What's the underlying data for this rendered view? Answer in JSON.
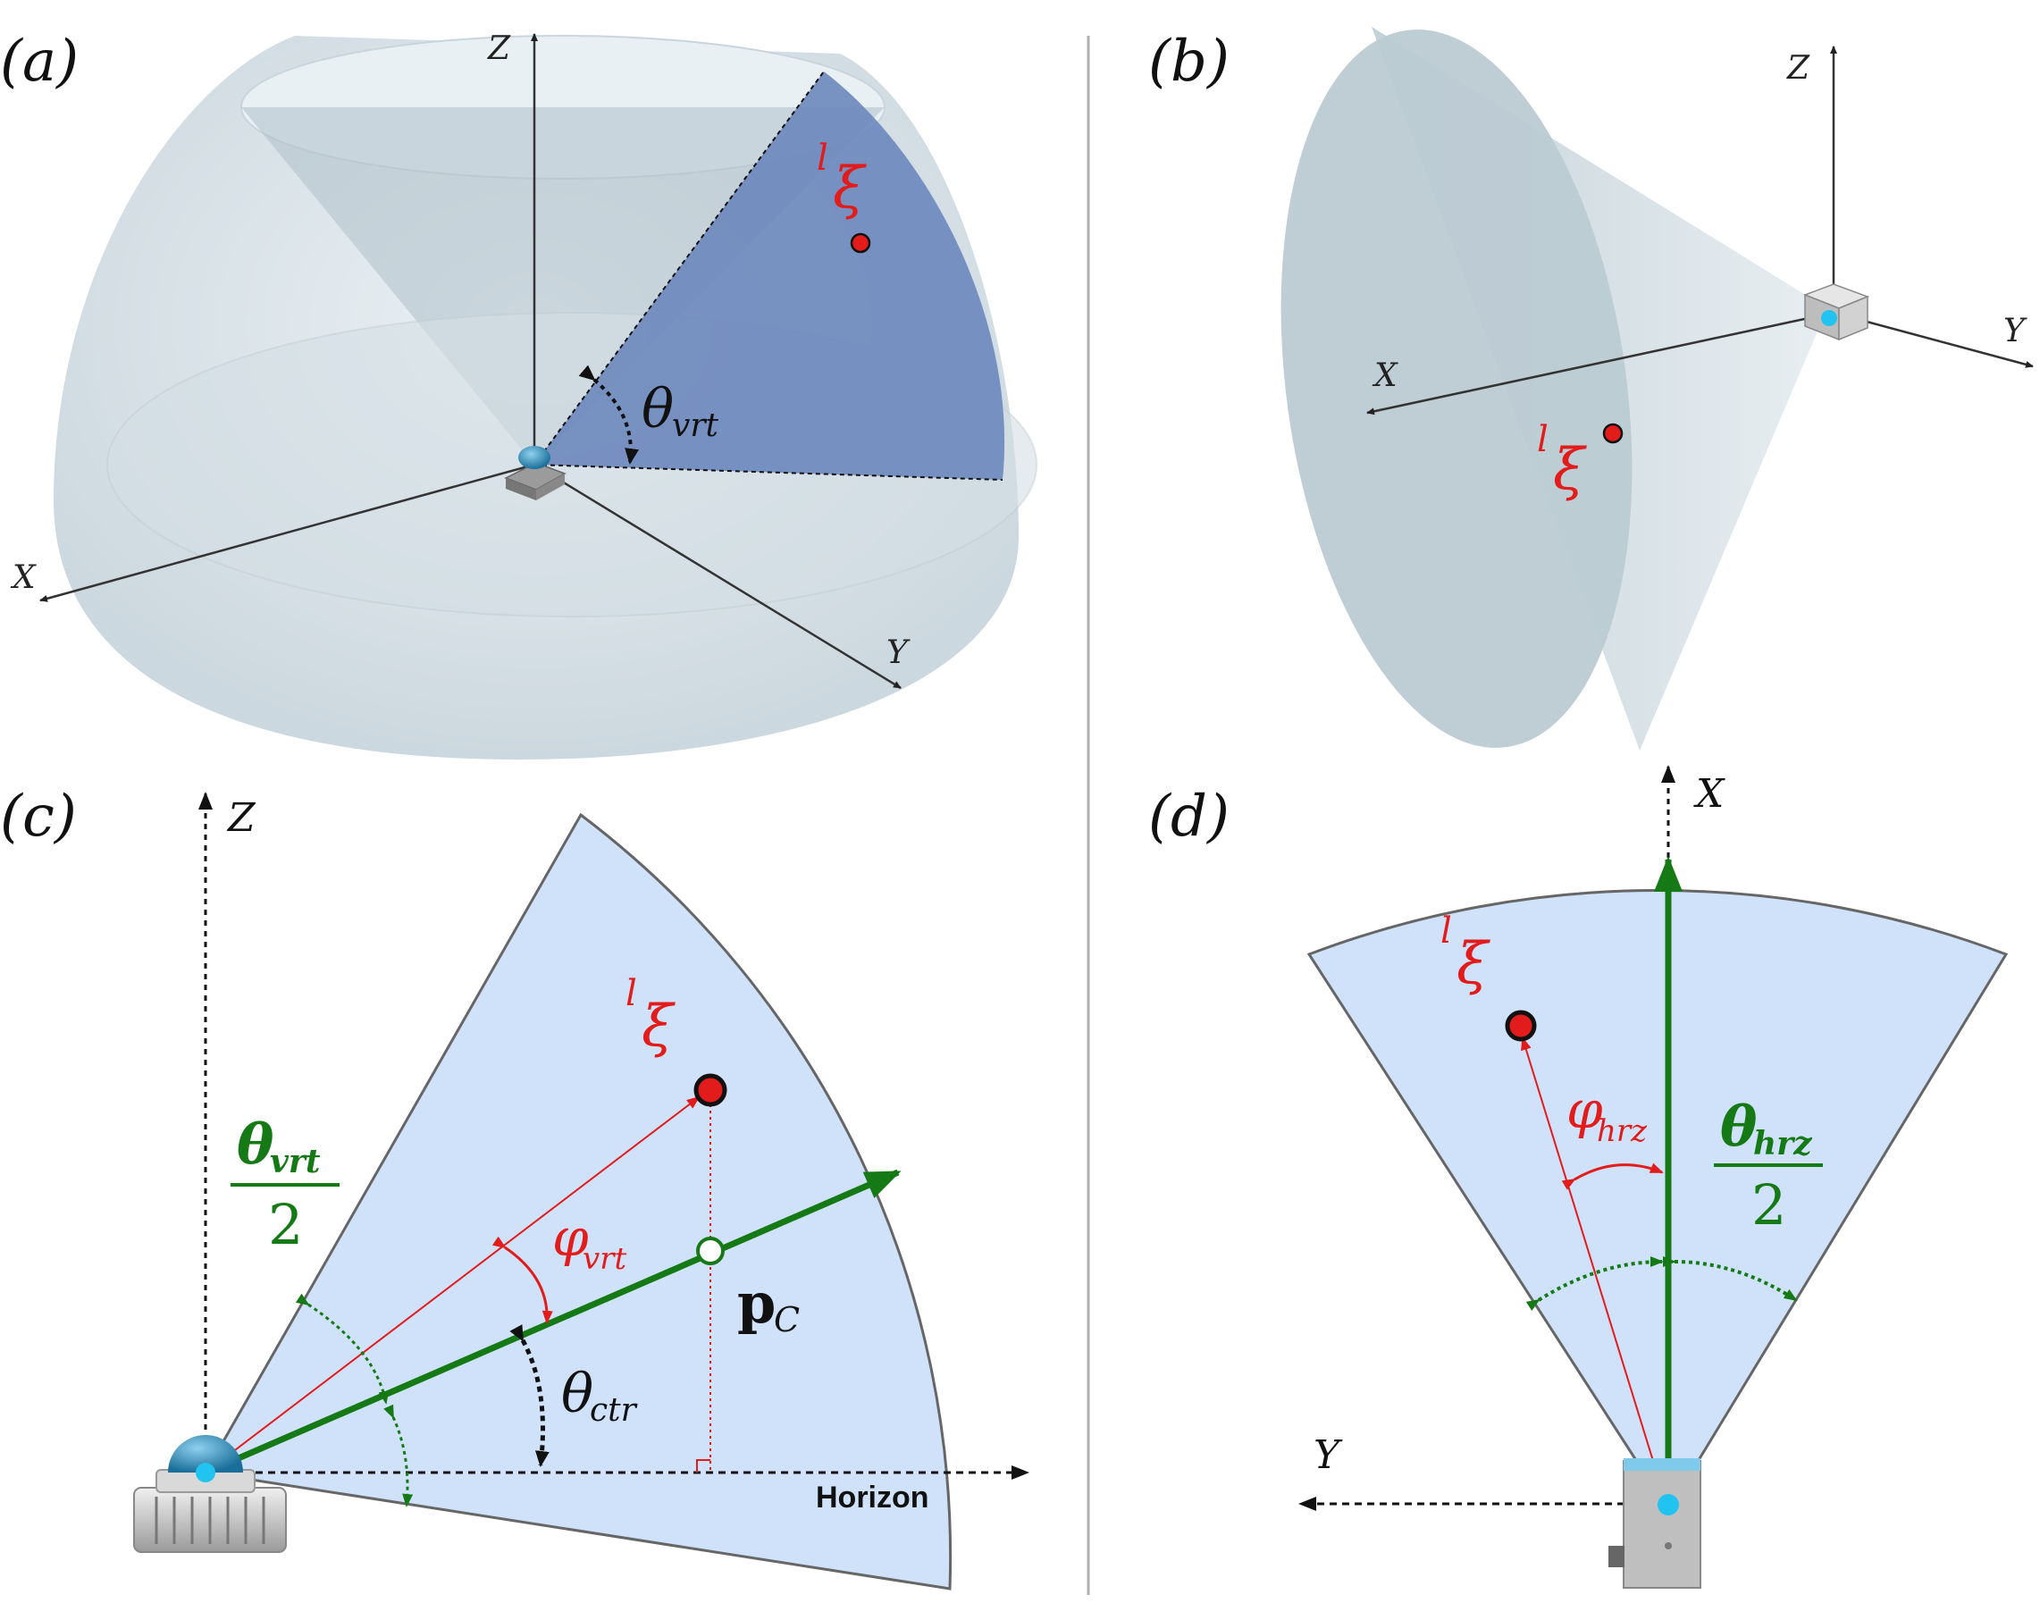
{
  "panels": {
    "a": {
      "label": "(a)",
      "axes": {
        "x": "X",
        "y": "Y",
        "z": "Z"
      },
      "point_symbol": "ξ",
      "point_superscript": "l",
      "angle_symbol": "θ",
      "angle_subscript": "vrt"
    },
    "b": {
      "label": "(b)",
      "axes": {
        "x": "X",
        "y": "Y",
        "z": "Z"
      },
      "point_symbol": "ξ",
      "point_superscript": "l"
    },
    "c": {
      "label": "(c)",
      "axes": {
        "z": "Z",
        "horizon": "Horizon"
      },
      "point_symbol": "ξ",
      "point_superscript": "l",
      "theta_vrt_symbol": "θ",
      "theta_vrt_subscript": "vrt",
      "theta_vrt_denominator": "2",
      "phi_symbol": "φ",
      "phi_subscript": "vrt",
      "theta_ctr_symbol": "θ",
      "theta_ctr_subscript": "ctr",
      "pc_symbol": "p",
      "pc_subscript": "C"
    },
    "d": {
      "label": "(d)",
      "axes": {
        "x": "X",
        "y": "Y"
      },
      "point_symbol": "ξ",
      "point_superscript": "l",
      "phi_symbol": "φ",
      "phi_subscript": "hrz",
      "theta_symbol": "θ",
      "theta_subscript": "hrz",
      "theta_denominator": "2"
    }
  },
  "colors": {
    "fov_fill": "#cfe2fa",
    "fov_3d": "#b9c9d2",
    "highlight_wedge": "#6b87bd",
    "green": "#157a15",
    "red": "#e21b1b",
    "sensor_dot": "#21c3f0",
    "divider": "#b0b0b0"
  }
}
